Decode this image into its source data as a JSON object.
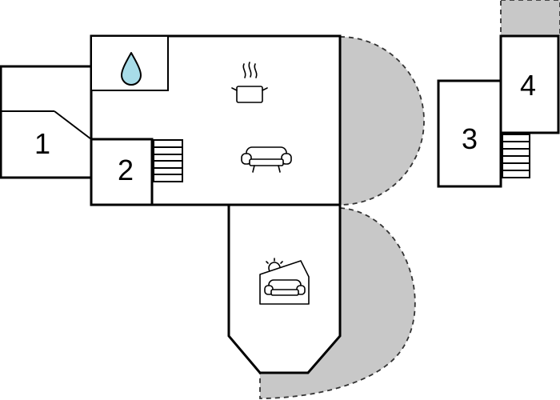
{
  "plan": {
    "rooms": [
      {
        "id": "room-1",
        "label": "1"
      },
      {
        "id": "room-2",
        "label": "2"
      },
      {
        "id": "room-3",
        "label": "3"
      },
      {
        "id": "room-4",
        "label": "4"
      }
    ],
    "icons": [
      "water-drop-icon",
      "cooking-pot-icon",
      "sofa-icon",
      "sunroom-sofa-icon",
      "stairs-icon"
    ],
    "colors": {
      "walls": "#000000",
      "terrace_fill": "#c8c8c8",
      "water_drop": "#a8dce8",
      "background": "#ffffff"
    }
  }
}
